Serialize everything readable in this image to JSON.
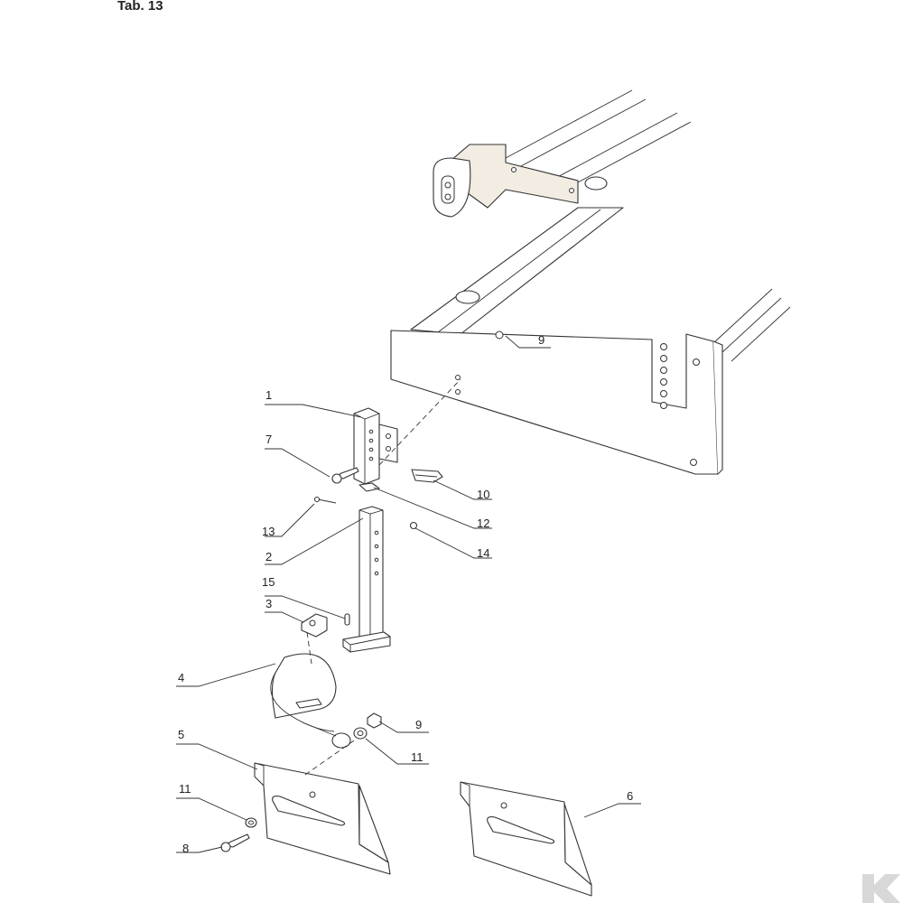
{
  "title": "Tab. 13",
  "callouts": [
    {
      "id": "c-9a",
      "label": "9"
    },
    {
      "id": "c-1",
      "label": "1"
    },
    {
      "id": "c-7",
      "label": "7"
    },
    {
      "id": "c-10",
      "label": "10"
    },
    {
      "id": "c-12",
      "label": "12"
    },
    {
      "id": "c-13",
      "label": "13"
    },
    {
      "id": "c-2",
      "label": "2"
    },
    {
      "id": "c-14",
      "label": "14"
    },
    {
      "id": "c-15",
      "label": "15"
    },
    {
      "id": "c-3",
      "label": "3"
    },
    {
      "id": "c-4",
      "label": "4"
    },
    {
      "id": "c-9b",
      "label": "9"
    },
    {
      "id": "c-5",
      "label": "5"
    },
    {
      "id": "c-11a",
      "label": "11"
    },
    {
      "id": "c-11b",
      "label": "11"
    },
    {
      "id": "c-8",
      "label": "8"
    },
    {
      "id": "c-6",
      "label": "6"
    }
  ]
}
